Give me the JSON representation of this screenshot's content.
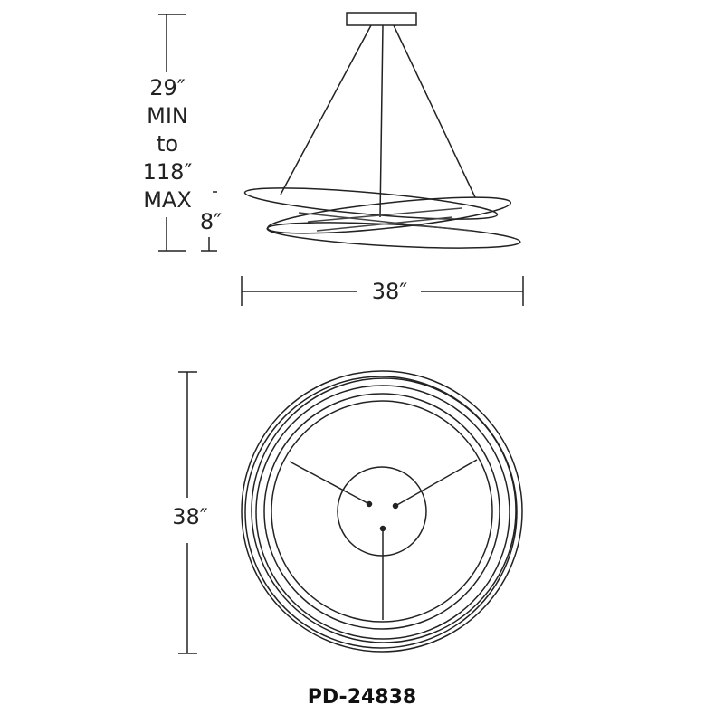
{
  "side_view": {
    "height_range": [
      "29″",
      "MIN",
      "to",
      "118″",
      "MAX"
    ],
    "ring_height": "8″",
    "width": "38″"
  },
  "top_view": {
    "diameter": "38″"
  },
  "model": "PD-24838"
}
